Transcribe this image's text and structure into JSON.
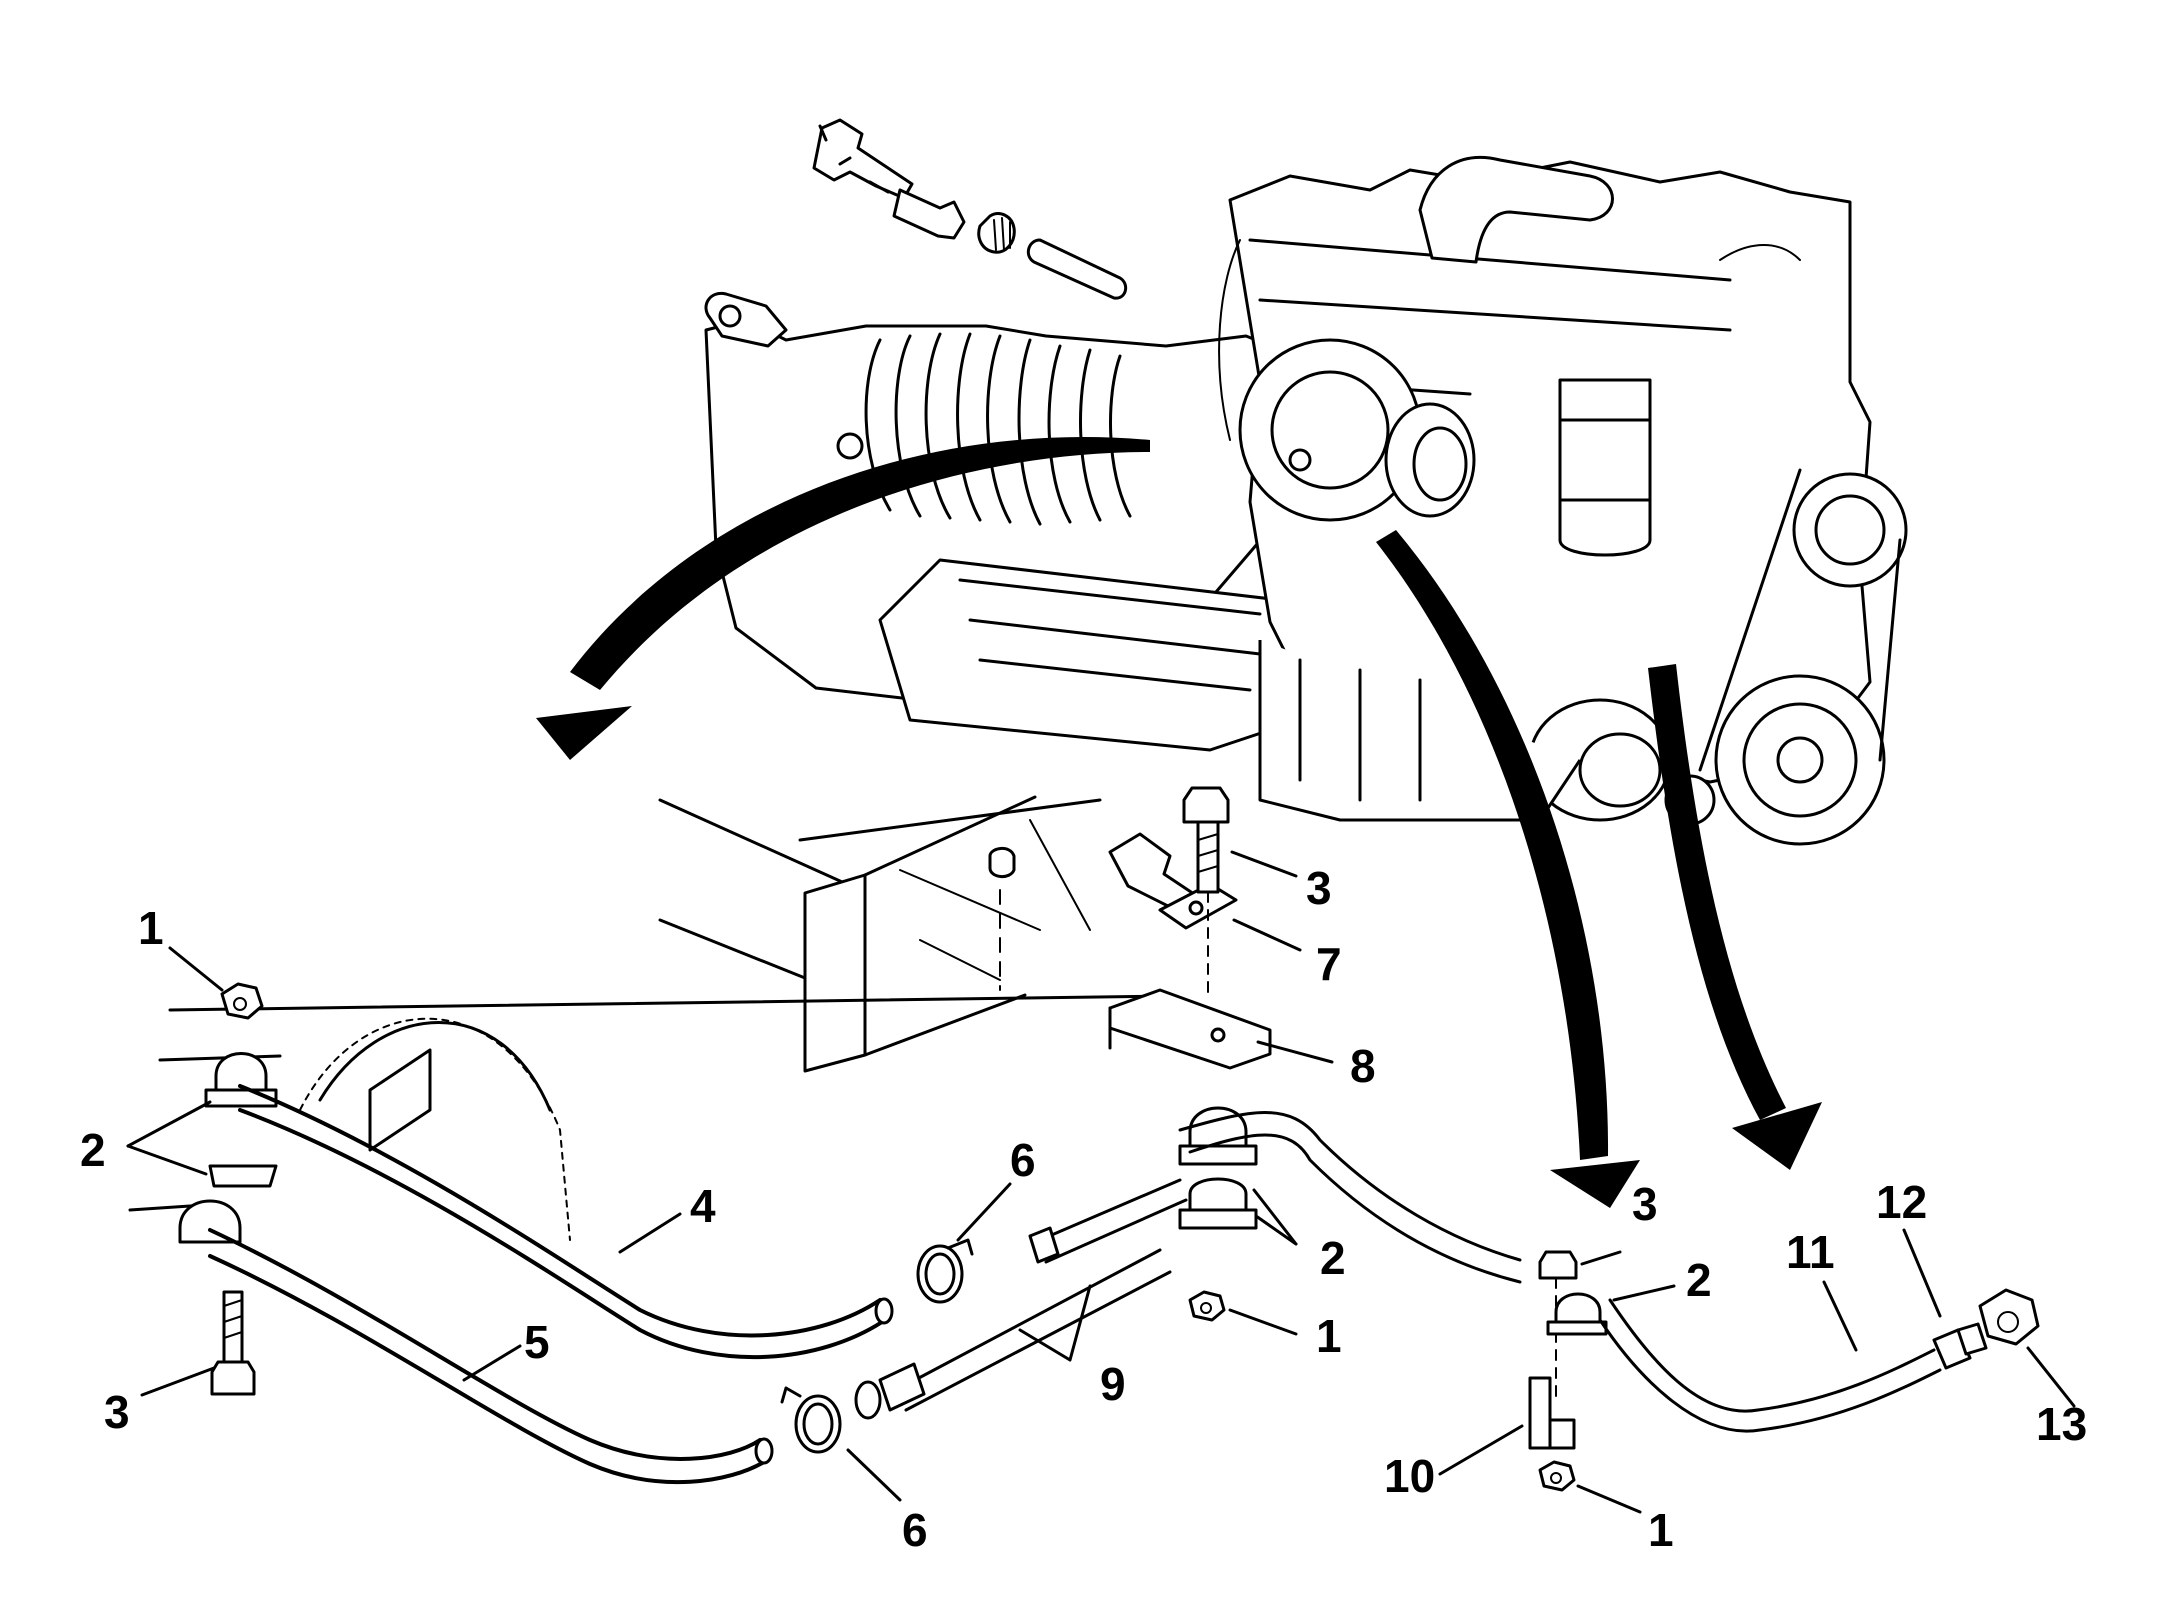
{
  "callouts": [
    {
      "id": "c1a",
      "text": "1"
    },
    {
      "id": "c1b",
      "text": "1"
    },
    {
      "id": "c1c",
      "text": "1"
    },
    {
      "id": "c2a",
      "text": "2"
    },
    {
      "id": "c2b",
      "text": "2"
    },
    {
      "id": "c2c",
      "text": "2"
    },
    {
      "id": "c3a",
      "text": "3"
    },
    {
      "id": "c3b",
      "text": "3"
    },
    {
      "id": "c3c",
      "text": "3"
    },
    {
      "id": "c4",
      "text": "4"
    },
    {
      "id": "c5",
      "text": "5"
    },
    {
      "id": "c6a",
      "text": "6"
    },
    {
      "id": "c6b",
      "text": "6"
    },
    {
      "id": "c7",
      "text": "7"
    },
    {
      "id": "c8",
      "text": "8"
    },
    {
      "id": "c9",
      "text": "9"
    },
    {
      "id": "c10",
      "text": "10"
    },
    {
      "id": "c11",
      "text": "11"
    },
    {
      "id": "c12",
      "text": "12"
    },
    {
      "id": "c13",
      "text": "13"
    }
  ],
  "icons": {
    "engine": "engine-transmission-assembly-icon",
    "frame": "vehicle-frame-crossmember-icon",
    "arrows": "curved-pointer-arrow-icon"
  },
  "colors": {
    "ink": "#000000",
    "paper": "#ffffff"
  }
}
